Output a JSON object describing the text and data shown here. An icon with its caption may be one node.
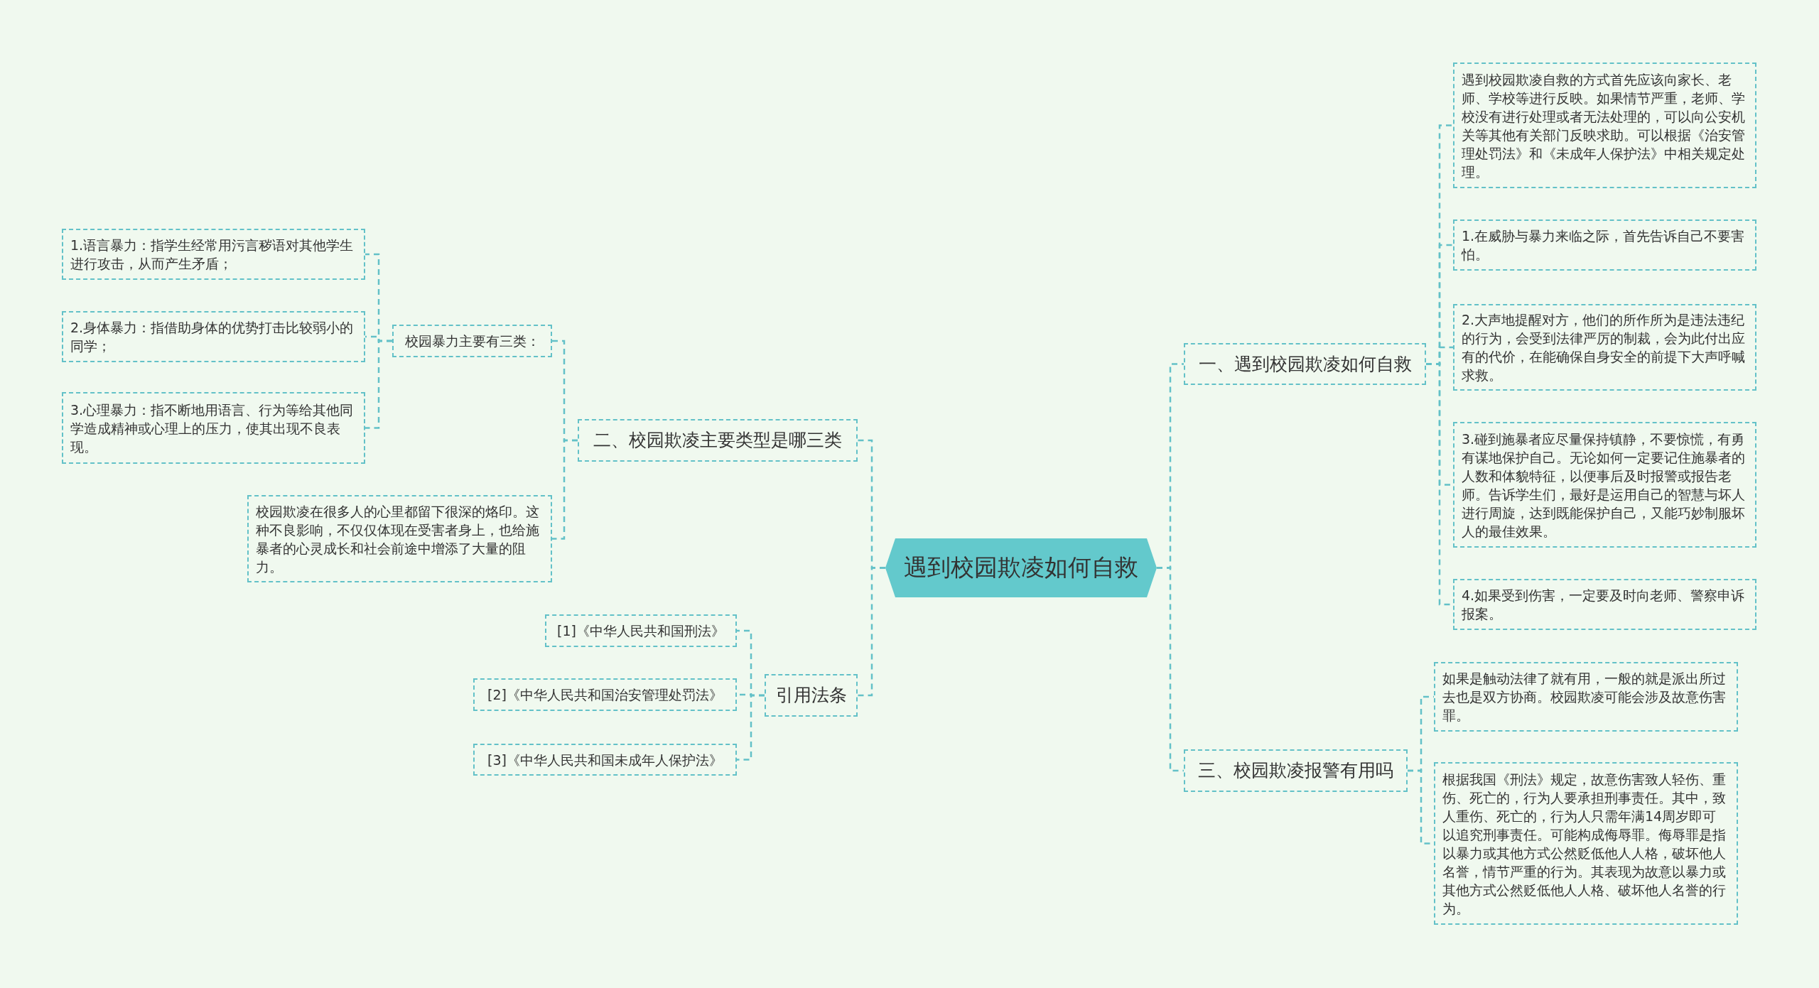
{
  "diagram": {
    "nodes": [
      {
        "text": [
          "遇到校园欺凌如何自救"
        ]
      },
      {
        "text": [
          "一、遇到校园欺凌如何自救"
        ]
      },
      {
        "text": [
          "遇到校园欺凌自救的方式首先应该向家长、老师、学校等进行反映。如果情节严重，老师、学校没有进行处理或者无法处理的，可以向公安机关等其他有关部门反映求助。可以根据《治安管理处罚法》和《未成年人保护法》中相关规定处理。"
        ]
      },
      {
        "text": [
          "1.在威胁与暴力来临之际，首先告诉自己不要害怕。"
        ]
      },
      {
        "text": [
          "2.大声地提醒对方，他们的所作所为是违法违纪的行为，会受到法律严厉的制裁，会为此付出应有的代价，在能确保自身安全的前提下大声呼喊求救。"
        ]
      },
      {
        "text": [
          "3.碰到施暴者应尽量保持镇静，不要惊慌，有勇有谋地保护自己。无论如何一定要记住施暴者的人数和体貌特征，以便事后及时报警或报告老师。告诉学生们，最好是运用自己的智慧与坏人进行周旋，达到既能保护自己，又能巧妙制服坏人的最佳效果。"
        ]
      },
      {
        "text": [
          "4.如果受到伤害，一定要及时向老师、警察申诉报案。"
        ]
      },
      {
        "text": [
          "三、校园欺凌报警有用吗"
        ]
      },
      {
        "text": [
          "如果是触动法律了就有用，一般的就是派出所过去也是双方协商。校园欺凌可能会涉及故意伤害罪。"
        ]
      },
      {
        "text": [
          "根据我国《刑法》规定，故意伤害致人轻伤、重伤、死亡的，行为人要承担刑事责任。其中，致人重伤、死亡的，行为人只需年满14周岁即可以追究刑事责任。可能构成侮辱罪。侮辱罪是指以暴力或其他方式公然贬低他人人格，破坏他人名誉，情节严重的行为。其表现为故意以暴力或其他方式公然贬低他人人格、破坏他人名誉的行为。"
        ]
      },
      {
        "text": [
          "二、校园欺凌主要类型是哪三类"
        ]
      },
      {
        "text": [
          "校园暴力主要有三类："
        ]
      },
      {
        "text": [
          "1.语言暴力：指学生经常用污言秽语对其他学生进行攻击，从而产生矛盾；"
        ]
      },
      {
        "text": [
          "2.身体暴力：指借助身体的优势打击比较弱小的同学；"
        ]
      },
      {
        "text": [
          "3.心理暴力：指不断地用语言、行为等给其他同学造成精神或心理上的压力，使其出现不良表现。"
        ]
      },
      {
        "text": [
          "校园欺凌在很多人的心里都留下很深的烙印。这种不良影响，不仅仅体现在受害者身上，也给施暴者的心灵成长和社会前途中增添了大量的阻力。"
        ]
      },
      {
        "text": [
          "引用法条"
        ]
      },
      {
        "text": [
          "[1]《中华人民共和国刑法》"
        ]
      },
      {
        "text": [
          "[2]《中华人民共和国治安管理处罚法》"
        ]
      },
      {
        "text": [
          "[3]《中华人民共和国未成年人保护法》"
        ]
      }
    ],
    "edges": [
      {
        "from": 0,
        "to": 1,
        "arrow": "none"
      },
      {
        "from": 1,
        "to": 2,
        "arrow": "none"
      },
      {
        "from": 1,
        "to": 3,
        "arrow": "none"
      },
      {
        "from": 1,
        "to": 4,
        "arrow": "none"
      },
      {
        "from": 1,
        "to": 5,
        "arrow": "none"
      },
      {
        "from": 1,
        "to": 6,
        "arrow": "none"
      },
      {
        "from": 0,
        "to": 7,
        "arrow": "none"
      },
      {
        "from": 7,
        "to": 8,
        "arrow": "none"
      },
      {
        "from": 7,
        "to": 9,
        "arrow": "none"
      },
      {
        "from": 0,
        "to": 10,
        "arrow": "none"
      },
      {
        "from": 10,
        "to": 11,
        "arrow": "none"
      },
      {
        "from": 11,
        "to": 12,
        "arrow": "none"
      },
      {
        "from": 11,
        "to": 13,
        "arrow": "none"
      },
      {
        "from": 11,
        "to": 14,
        "arrow": "none"
      },
      {
        "from": 10,
        "to": 15,
        "arrow": "none"
      },
      {
        "from": 0,
        "to": 16,
        "arrow": "none"
      },
      {
        "from": 16,
        "to": 17,
        "arrow": "none"
      },
      {
        "from": 16,
        "to": 18,
        "arrow": "none"
      },
      {
        "from": 16,
        "to": 19,
        "arrow": "none"
      }
    ]
  }
}
